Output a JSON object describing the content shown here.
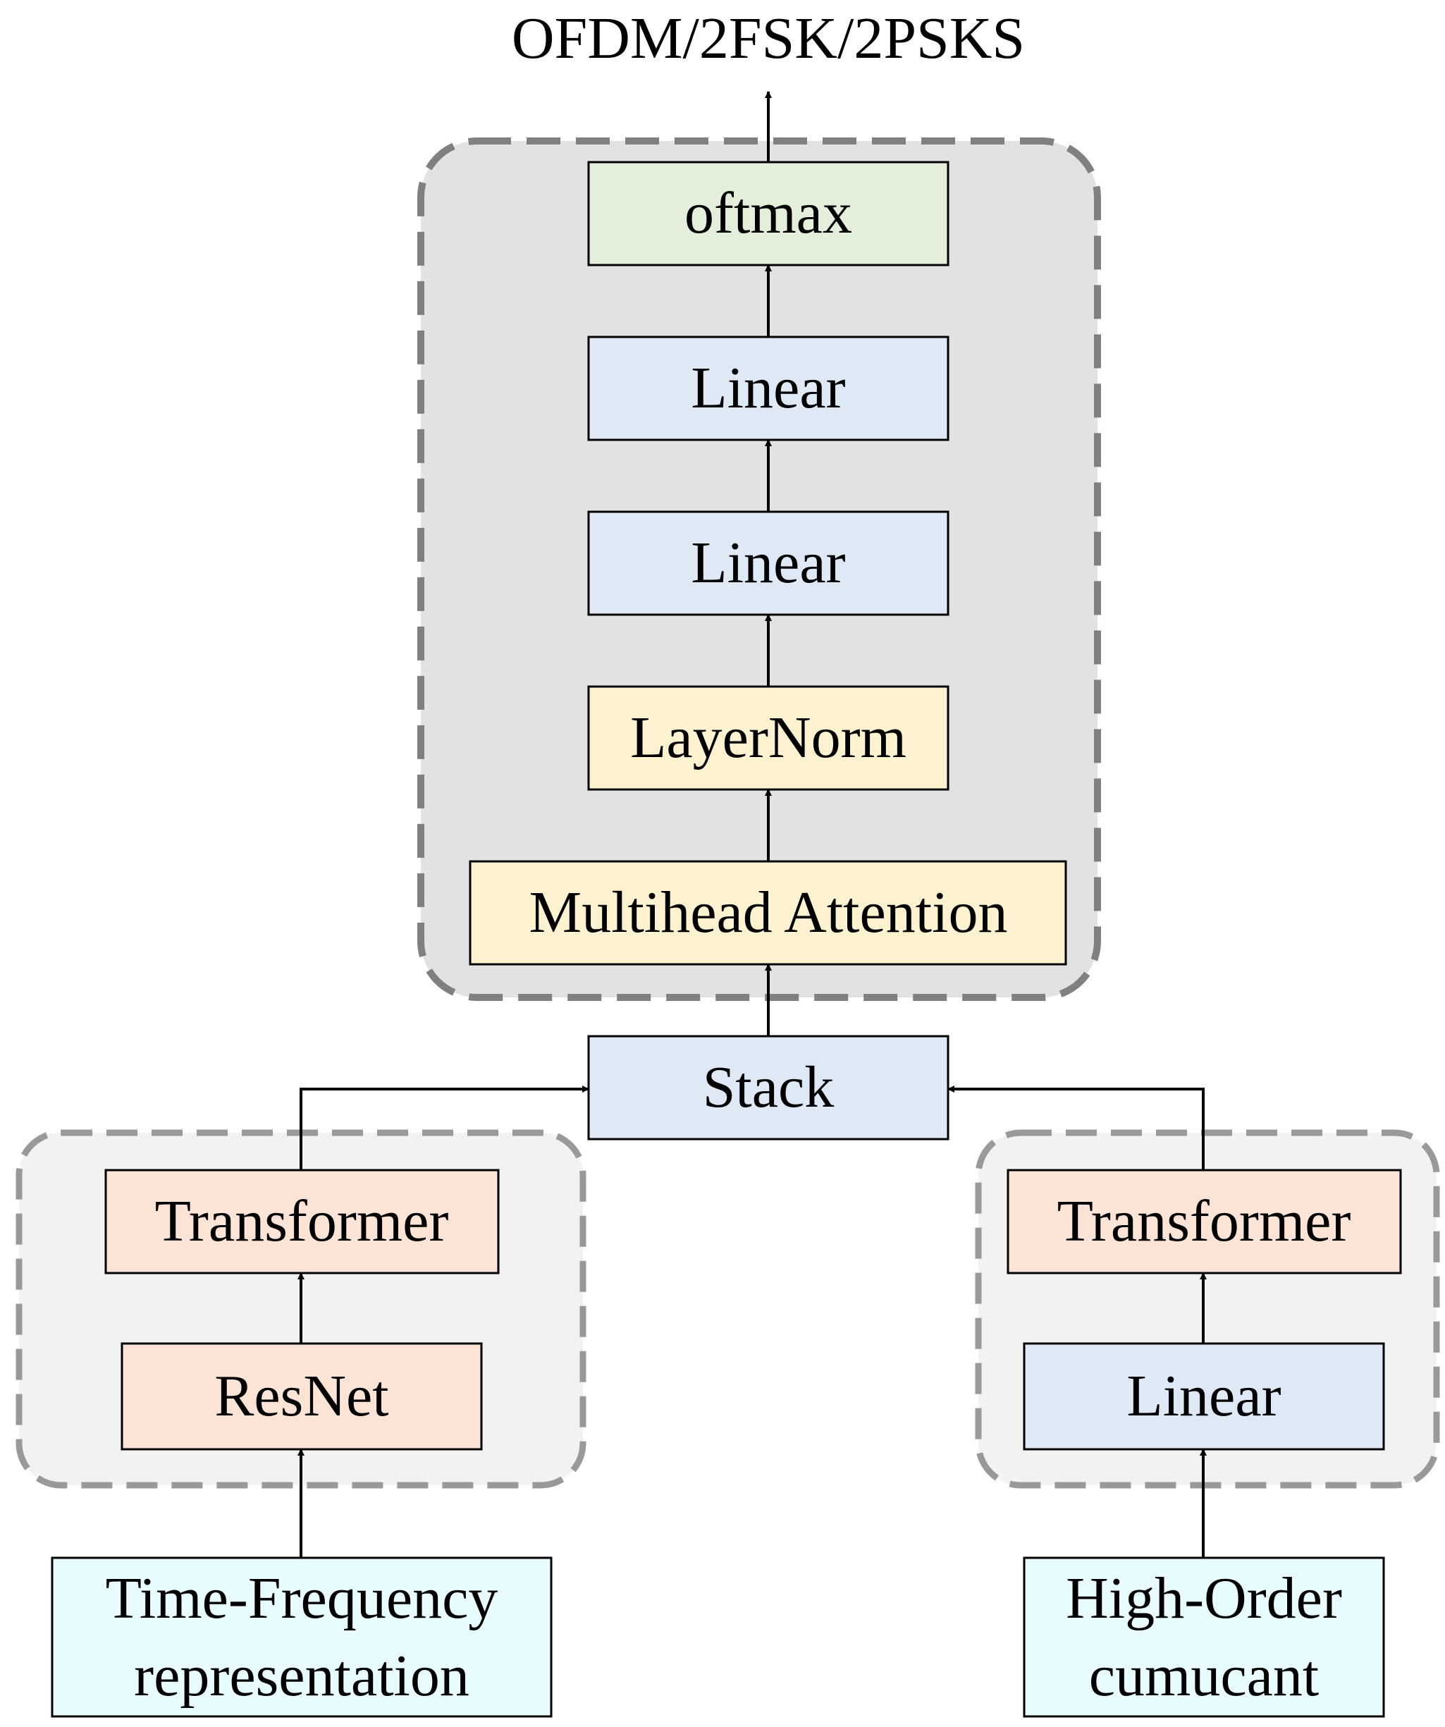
{
  "output_label": "OFDM/2FSK/2PSKS",
  "head_blocks": {
    "softmax": "oftmax",
    "linear_top": "Linear",
    "linear_mid": "Linear",
    "layer_norm": "LayerNorm",
    "multihead_attention": "Multihead Attention"
  },
  "stack_label": "Stack",
  "left_branch": {
    "transformer": "Transformer",
    "resnet": "ResNet",
    "input_line1": "Time-Frequency",
    "input_line2": "representation"
  },
  "right_branch": {
    "transformer": "Transformer",
    "linear": "Linear",
    "input_line1": "High-Order",
    "input_line2": "cumucant"
  },
  "colors": {
    "softmax_fill": "#e3efda",
    "linear_fill": "#dee9f5",
    "norm_fill": "#fdf2cf",
    "transformer_fill": "#fbe4d6",
    "input_fill": "#e8fcff",
    "head_group_fill": "#e2e2e2",
    "branch_group_fill": "#f2f2f2",
    "group_border": "#808080"
  }
}
